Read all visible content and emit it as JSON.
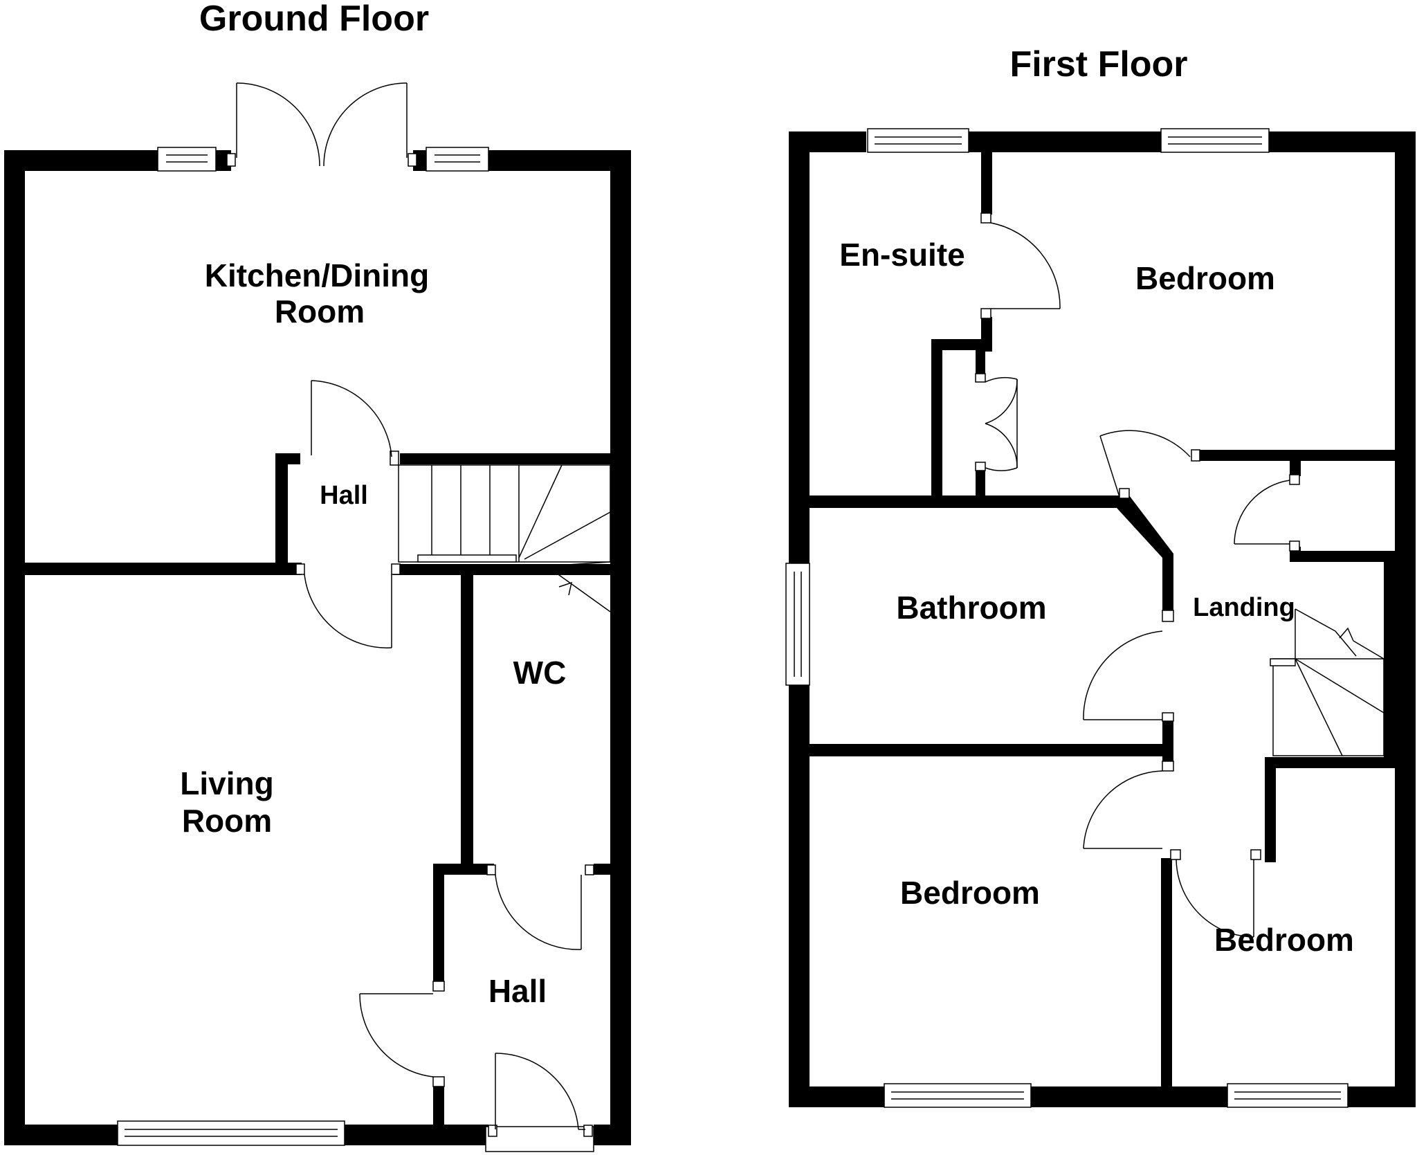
{
  "floors": {
    "ground": {
      "title": "Ground Floor",
      "rooms": {
        "kitchen_line1": "Kitchen/Dining",
        "kitchen_line2": "Room",
        "hall_upper": "Hall",
        "wc": "WC",
        "living_line1": "Living",
        "living_line2": "Room",
        "hall_lower": "Hall"
      }
    },
    "first": {
      "title": "First Floor",
      "rooms": {
        "ensuite": "En-suite",
        "bedroom_master": "Bedroom",
        "bathroom": "Bathroom",
        "landing": "Landing",
        "bedroom_two": "Bedroom",
        "bedroom_three": "Bedroom"
      }
    }
  },
  "colors": {
    "walls": "#000000",
    "background": "#ffffff"
  }
}
